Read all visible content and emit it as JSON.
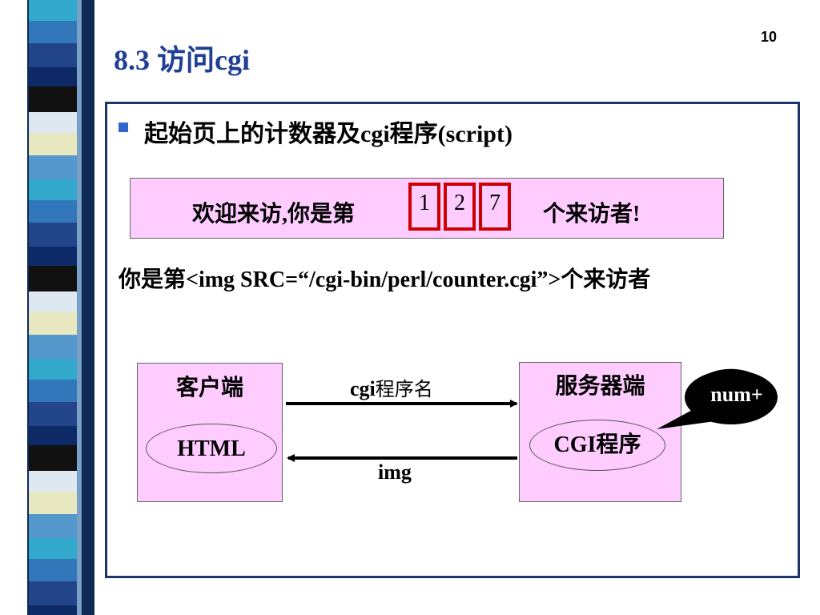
{
  "page_number": "10",
  "title": "8.3 访问cgi",
  "bullet": "起始页上的计数器及cgi程序(script)",
  "counter_banner": {
    "prefix": "欢迎来访,你是第",
    "digits": [
      "1",
      "2",
      "7"
    ],
    "suffix": "个来访者!"
  },
  "code_line": "你是第<img SRC=“/cgi-bin/perl/counter.cgi”>个来访者",
  "diagram": {
    "client_label": "客户端",
    "client_oval": "HTML",
    "server_label": "服务器端",
    "server_oval": "CGI程序",
    "request_label_prefix": "cgi",
    "request_label_suffix": "程序名",
    "response_label": "img",
    "callout": "num+"
  },
  "colors": {
    "title": "#1f3f94",
    "frame": "#1b3567",
    "pink_fill": "#ffccff",
    "counter_border": "#cc0000",
    "bullet": "#3366cc"
  }
}
